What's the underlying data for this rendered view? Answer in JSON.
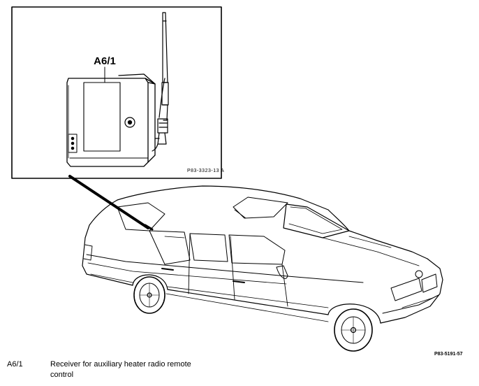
{
  "diagram": {
    "callout_label": "A6/1",
    "detail_code": "P83-3323-13 A",
    "figure_code": "P83-5191-57"
  },
  "legend": [
    {
      "key": "A6/1",
      "description": "Receiver for auxiliary heater radio remote control"
    }
  ]
}
